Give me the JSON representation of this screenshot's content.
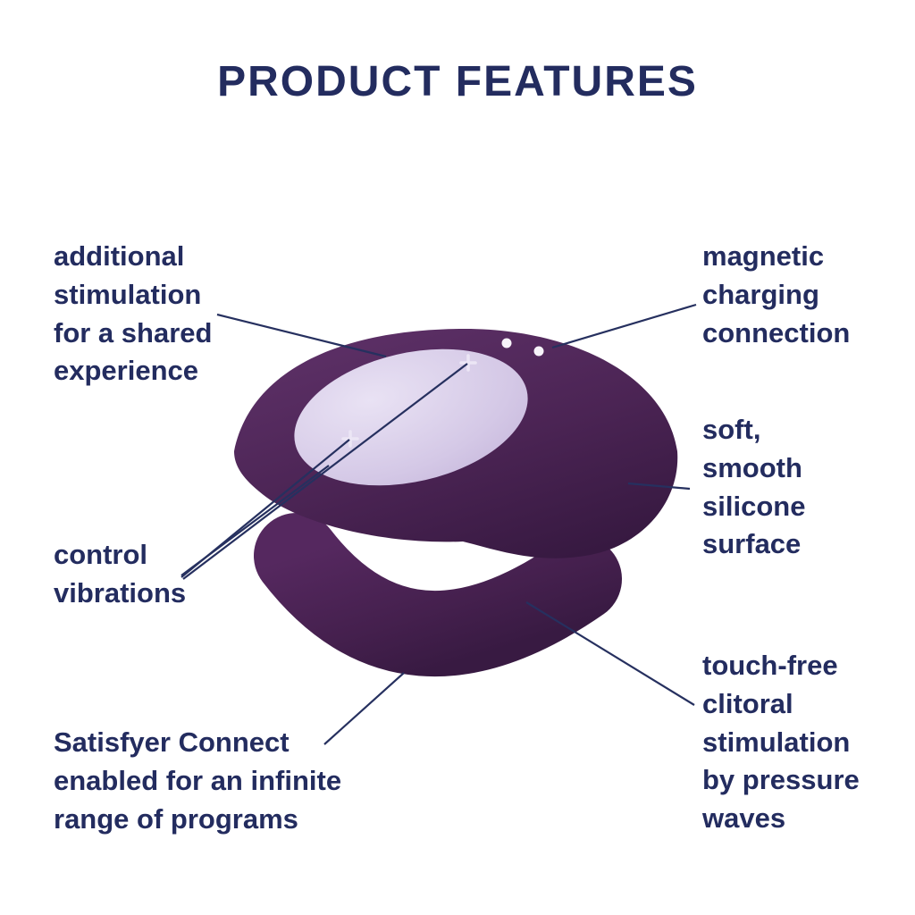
{
  "title": "PRODUCT FEATURES",
  "labels": {
    "additional": "additional\nstimulation\nfor a shared\nexperience",
    "magnetic": "magnetic\ncharging\nconnection",
    "soft": "soft,\nsmooth\nsilicone\nsurface",
    "control": "control\nvibrations",
    "connect": "Satisfyer Connect\nenabled for an infinite\nrange of programs",
    "touchfree": "touch-free\nclitoral\nstimulation\nby pressure\nwaves"
  },
  "product": {
    "description": "purple U-shaped couples vibrator with lilac control pad",
    "control_buttons": [
      "plus-button",
      "plus-button"
    ],
    "charging_contacts": 2
  },
  "colors": {
    "navy": "#232c5f",
    "purple": "#4b2454",
    "lilac": "#cfc1e2"
  }
}
